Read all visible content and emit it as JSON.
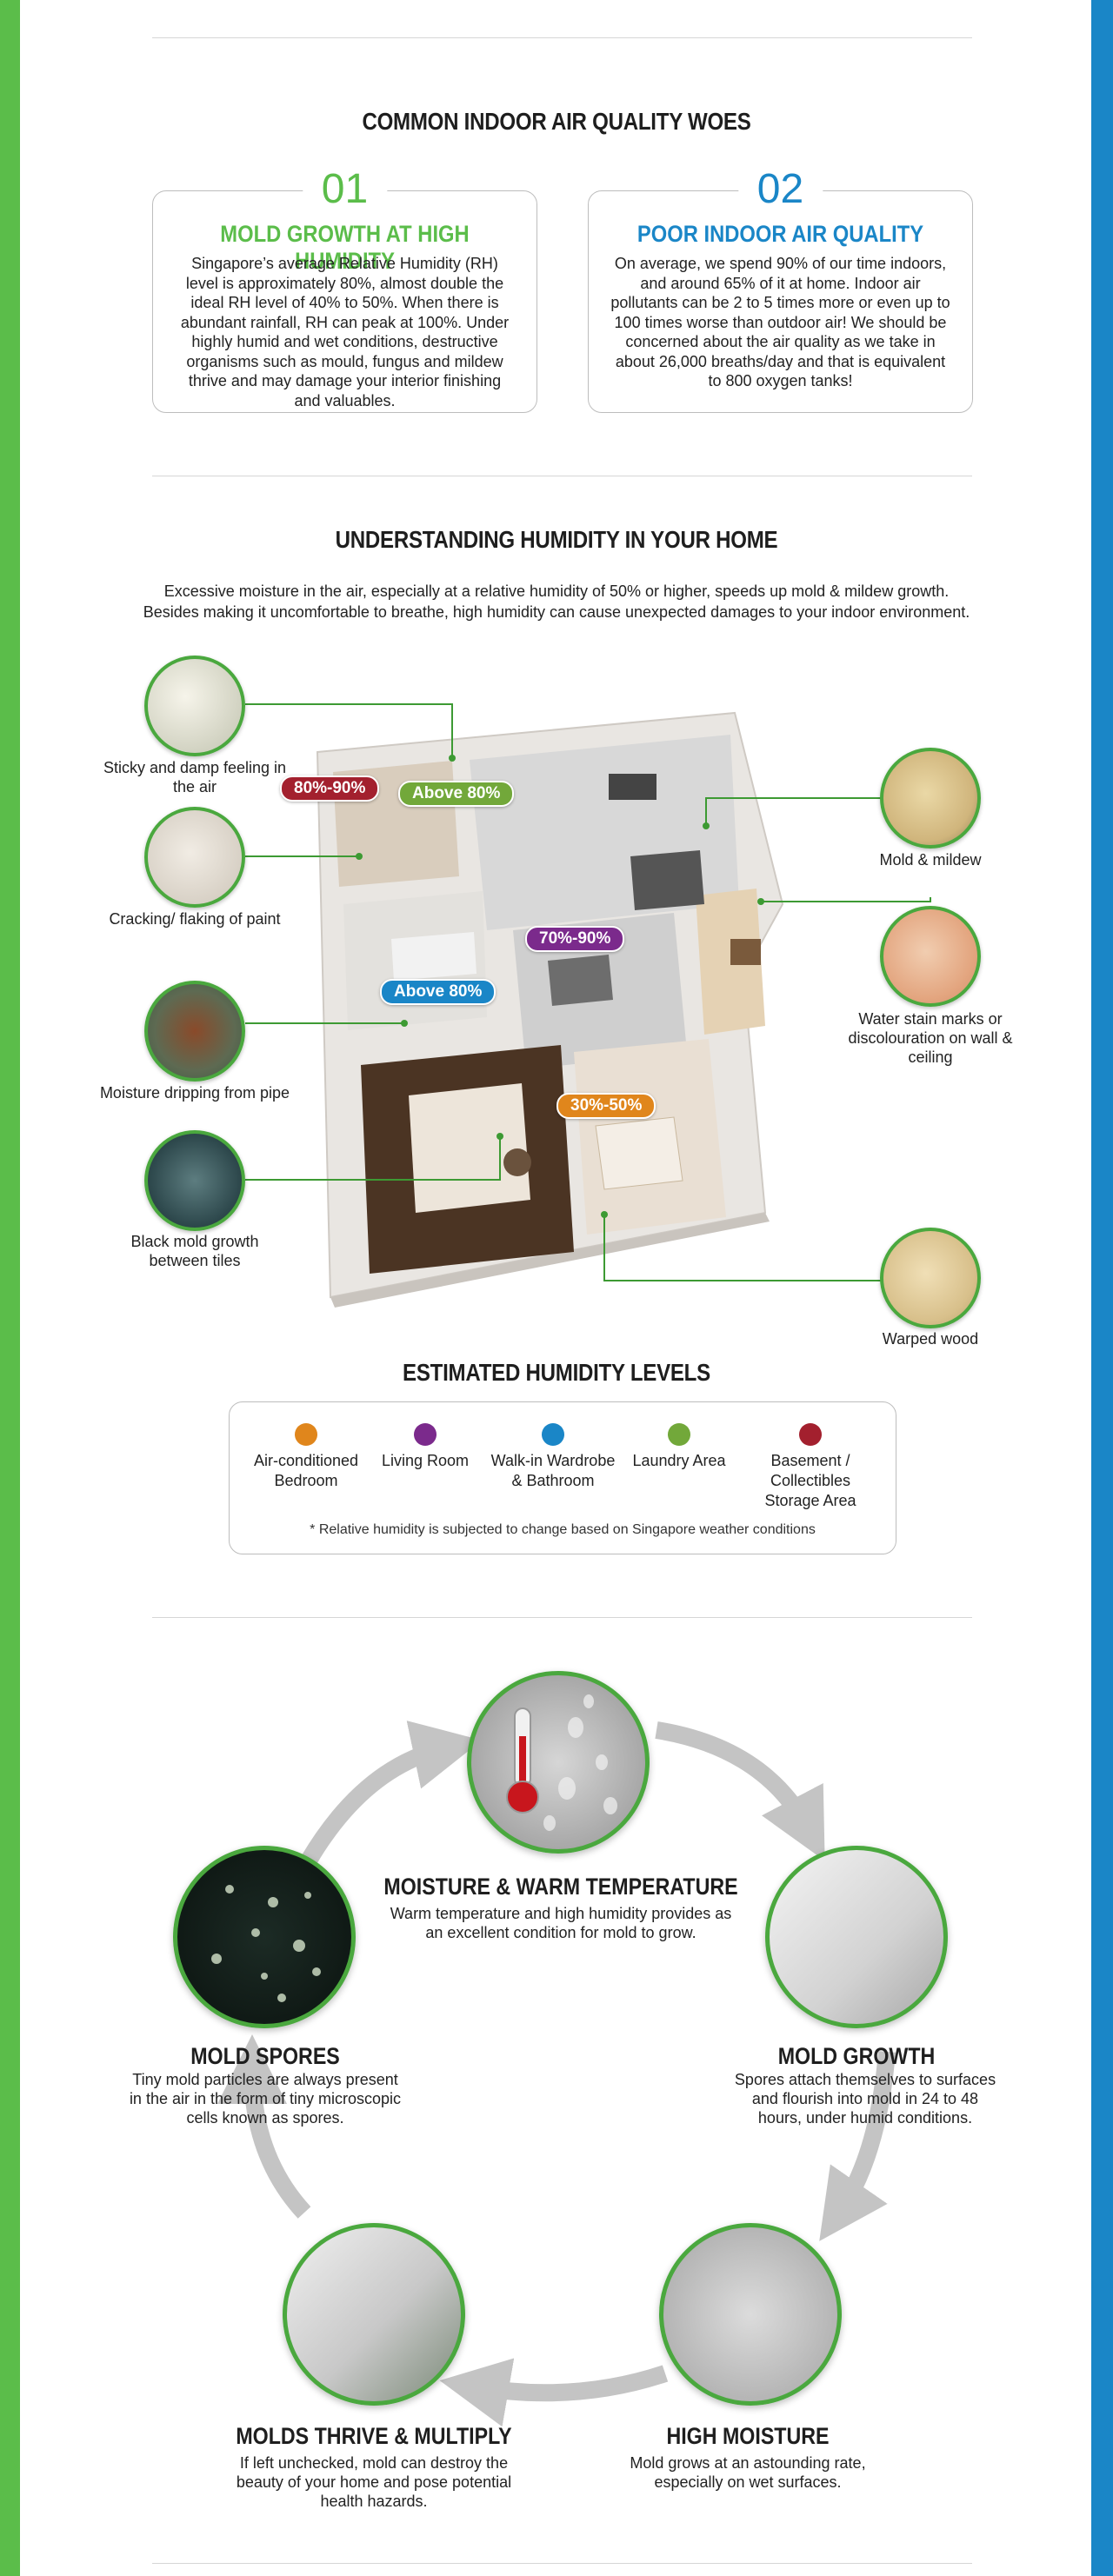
{
  "colors": {
    "green": "#5bbd4a",
    "blue": "#1a86c7",
    "ring_green": "#4aa83e",
    "orange": "#e0861c",
    "purple": "#7b2a8c",
    "sky": "#1a86c7",
    "olive": "#72a83a",
    "maroon": "#a3202e"
  },
  "woes": {
    "title": "COMMON INDOOR AIR QUALITY WOES",
    "cards": [
      {
        "num": "01",
        "title": "MOLD GROWTH AT HIGH HUMIDITY",
        "body": "Singapore’s average Relative Humidity (RH) level is approximately 80%, almost double the ideal RH level of 40% to 50%. When there is abundant rainfall, RH can peak at 100%. Under highly humid and wet conditions, destructive organisms such as mould, fungus and mildew thrive and may damage your interior finishing and valuables."
      },
      {
        "num": "02",
        "title": "POOR INDOOR AIR QUALITY",
        "body": "On average, we spend 90% of our time indoors, and around 65% of it at home. Indoor air pollutants can be 2 to 5 times more or even up to 100 times worse than outdoor air! We should be concerned about the air quality as we take in about 26,000 breaths/day and that is equivalent to 800 oxygen tanks!"
      }
    ]
  },
  "humidity": {
    "title": "UNDERSTANDING HUMIDITY IN YOUR HOME",
    "intro_line1": "Excessive moisture in the air, especially at a relative humidity of 50% or higher, speeds up mold & mildew growth.",
    "intro_line2": "Besides making it uncomfortable to breathe, high humidity can cause unexpected damages to your indoor environment.",
    "callouts": {
      "sticky": "Sticky and damp feeling in the air",
      "cracking": "Cracking/ flaking of paint",
      "dripping": "Moisture dripping from pipe",
      "black_mold": "Black mold growth between tiles",
      "mildew": "Mold & mildew",
      "water_stain": "Water stain marks or discolouration on wall & ceiling",
      "warped": "Warped wood"
    },
    "pills": {
      "storage": "80%-90%",
      "laundry": "Above 80%",
      "living": "70%-90%",
      "wardrobe": "Above 80%",
      "bedroom": "30%-50%"
    }
  },
  "legend": {
    "title": "ESTIMATED HUMIDITY LEVELS",
    "items": [
      {
        "label1": "Air-conditioned",
        "label2": "Bedroom"
      },
      {
        "label1": "Living Room",
        "label2": ""
      },
      {
        "label1": "Walk-in Wardrobe",
        "label2": "& Bathroom"
      },
      {
        "label1": "Laundry Area",
        "label2": ""
      },
      {
        "label1": "Basement / Collectibles",
        "label2": "Storage Area"
      }
    ],
    "note": "* Relative humidity is subjected to change based on Singapore weather conditions"
  },
  "cycle": {
    "moisture_temp": {
      "title": "MOISTURE & WARM TEMPERATURE",
      "desc": "Warm temperature and high humidity provides as an excellent condition for mold to grow."
    },
    "growth": {
      "title": "MOLD GROWTH",
      "desc": "Spores attach themselves to surfaces and flourish into mold in 24 to 48 hours, under humid conditions."
    },
    "high_moisture": {
      "title": "HIGH MOISTURE",
      "desc": "Mold grows at an astounding rate, especially on wet surfaces."
    },
    "thrive": {
      "title": "MOLDS THRIVE & MULTIPLY",
      "desc": "If left unchecked, mold can destroy the beauty of your home and pose potential health hazards."
    },
    "spores": {
      "title": "MOLD SPORES",
      "desc": "Tiny mold particles are always present in the air in the form of tiny microscopic cells known as spores."
    }
  }
}
